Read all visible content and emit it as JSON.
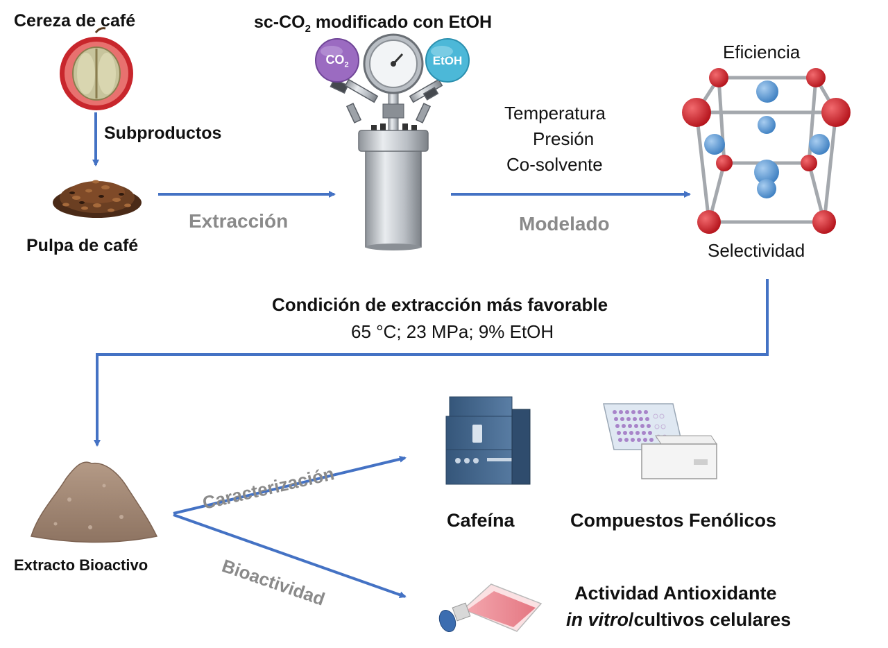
{
  "colors": {
    "arrow": "#4472c4",
    "gray_label": "#8a8a8a",
    "red_atom": "#d2232a",
    "blue_atom": "#5b9bd5",
    "co2_bubble": "#9b6bc1",
    "etoh_bubble": "#4cb8d8"
  },
  "inputs": {
    "cherry_label": "Cereza de café",
    "byproducts_label": "Subproductos",
    "pulp_label": "Pulpa de café"
  },
  "reactor": {
    "title_prefix": "sc-CO",
    "title_sub": "2",
    "title_suffix": " modificado con EtOH",
    "co2_main": "CO",
    "co2_sub": "2",
    "etoh_label": "EtOH"
  },
  "steps": {
    "extraction": "Extracción",
    "modeling": "Modelado",
    "characterization": "Caracterización",
    "bioactivity": "Bioactividad"
  },
  "parameters": [
    "Temperatura",
    "Presión",
    "Co-solvente"
  ],
  "model": {
    "top_label": "Eficiencia",
    "bottom_label": "Selectividad"
  },
  "optimum": {
    "title": "Condición de extracción más favorable",
    "values": "65 °C; 23 MPa; 9% EtOH"
  },
  "extract_label": "Extracto Bioactivo",
  "outputs": {
    "caffeine": "Cafeína",
    "phenolics": "Compuestos Fenólicos",
    "antioxidant_line1": "Actividad Antioxidante",
    "antioxidant_italic": "in vitro",
    "antioxidant_rest": "/cultivos celulares"
  }
}
